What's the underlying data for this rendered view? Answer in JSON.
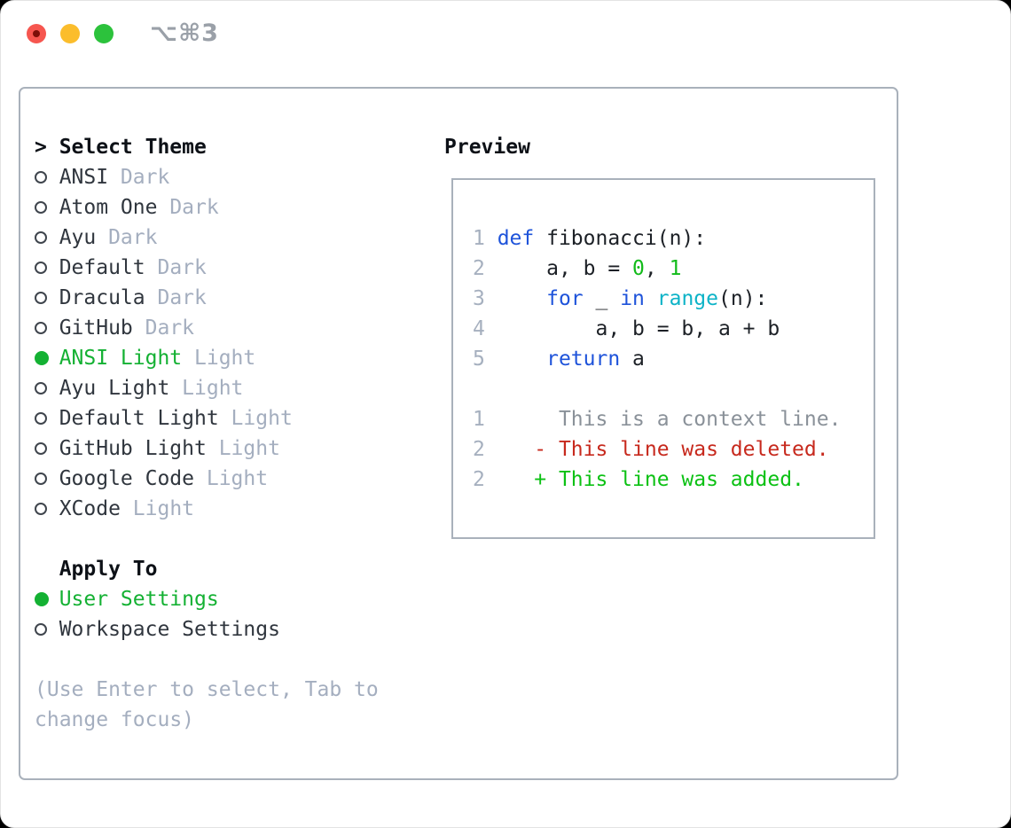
{
  "titlebar": {
    "shortcut": "⌥⌘3"
  },
  "theme_panel": {
    "header_prefix": ">",
    "header": "Select Theme",
    "themes": [
      {
        "name": "ANSI",
        "tag": "Dark",
        "selected": false
      },
      {
        "name": "Atom One",
        "tag": "Dark",
        "selected": false
      },
      {
        "name": "Ayu",
        "tag": "Dark",
        "selected": false
      },
      {
        "name": "Default",
        "tag": "Dark",
        "selected": false
      },
      {
        "name": "Dracula",
        "tag": "Dark",
        "selected": false
      },
      {
        "name": "GitHub",
        "tag": "Dark",
        "selected": false
      },
      {
        "name": "ANSI Light",
        "tag": "Light",
        "selected": true
      },
      {
        "name": "Ayu Light",
        "tag": "Light",
        "selected": false
      },
      {
        "name": "Default Light",
        "tag": "Light",
        "selected": false
      },
      {
        "name": "GitHub Light",
        "tag": "Light",
        "selected": false
      },
      {
        "name": "Google Code",
        "tag": "Light",
        "selected": false
      },
      {
        "name": "XCode",
        "tag": "Light",
        "selected": false
      }
    ],
    "apply_to": {
      "header": "Apply To",
      "options": [
        {
          "label": "User Settings",
          "selected": true
        },
        {
          "label": "Workspace Settings",
          "selected": false
        }
      ]
    },
    "help_lines": [
      "(Use Enter to select, Tab to",
      "change focus)"
    ]
  },
  "preview": {
    "title": "Preview",
    "code_lines": [
      {
        "num": "1",
        "tokens": [
          {
            "text": "def",
            "type": "keyword"
          },
          {
            "text": " fibonacci(n):",
            "type": "plain"
          }
        ]
      },
      {
        "num": "2",
        "tokens": [
          {
            "text": "    a, b = ",
            "type": "plain"
          },
          {
            "text": "0",
            "type": "number"
          },
          {
            "text": ", ",
            "type": "plain"
          },
          {
            "text": "1",
            "type": "number"
          }
        ]
      },
      {
        "num": "3",
        "tokens": [
          {
            "text": "    ",
            "type": "plain"
          },
          {
            "text": "for",
            "type": "keyword"
          },
          {
            "text": " _ ",
            "type": "plain"
          },
          {
            "text": "in",
            "type": "keyword"
          },
          {
            "text": " ",
            "type": "plain"
          },
          {
            "text": "range",
            "type": "builtin"
          },
          {
            "text": "(n):",
            "type": "plain"
          }
        ]
      },
      {
        "num": "4",
        "tokens": [
          {
            "text": "        a, b = b, a + b",
            "type": "plain"
          }
        ]
      },
      {
        "num": "5",
        "tokens": [
          {
            "text": "    ",
            "type": "plain"
          },
          {
            "text": "return",
            "type": "keyword"
          },
          {
            "text": " a",
            "type": "plain"
          }
        ]
      }
    ],
    "diff_lines": [
      {
        "num": "1",
        "text": "     This is a context line.",
        "type": "context"
      },
      {
        "num": "2",
        "text": "   - This line was deleted.",
        "type": "deleted"
      },
      {
        "num": "2",
        "text": "   + This line was added.",
        "type": "added"
      }
    ]
  },
  "colors": {
    "selected_green": "#14b133",
    "keyword_blue": "#1e53da",
    "builtin_cyan": "#0db3c7",
    "number_green": "#12bb1a",
    "added_green": "#0cc114",
    "deleted_red": "#c7291d",
    "muted_gray": "#a4aebf",
    "context_gray": "#8a9199",
    "panel_border": "#a9b1bb",
    "traffic_red": "#f6564f",
    "traffic_yellow": "#fbbd2c",
    "traffic_green": "#2cc23c"
  }
}
